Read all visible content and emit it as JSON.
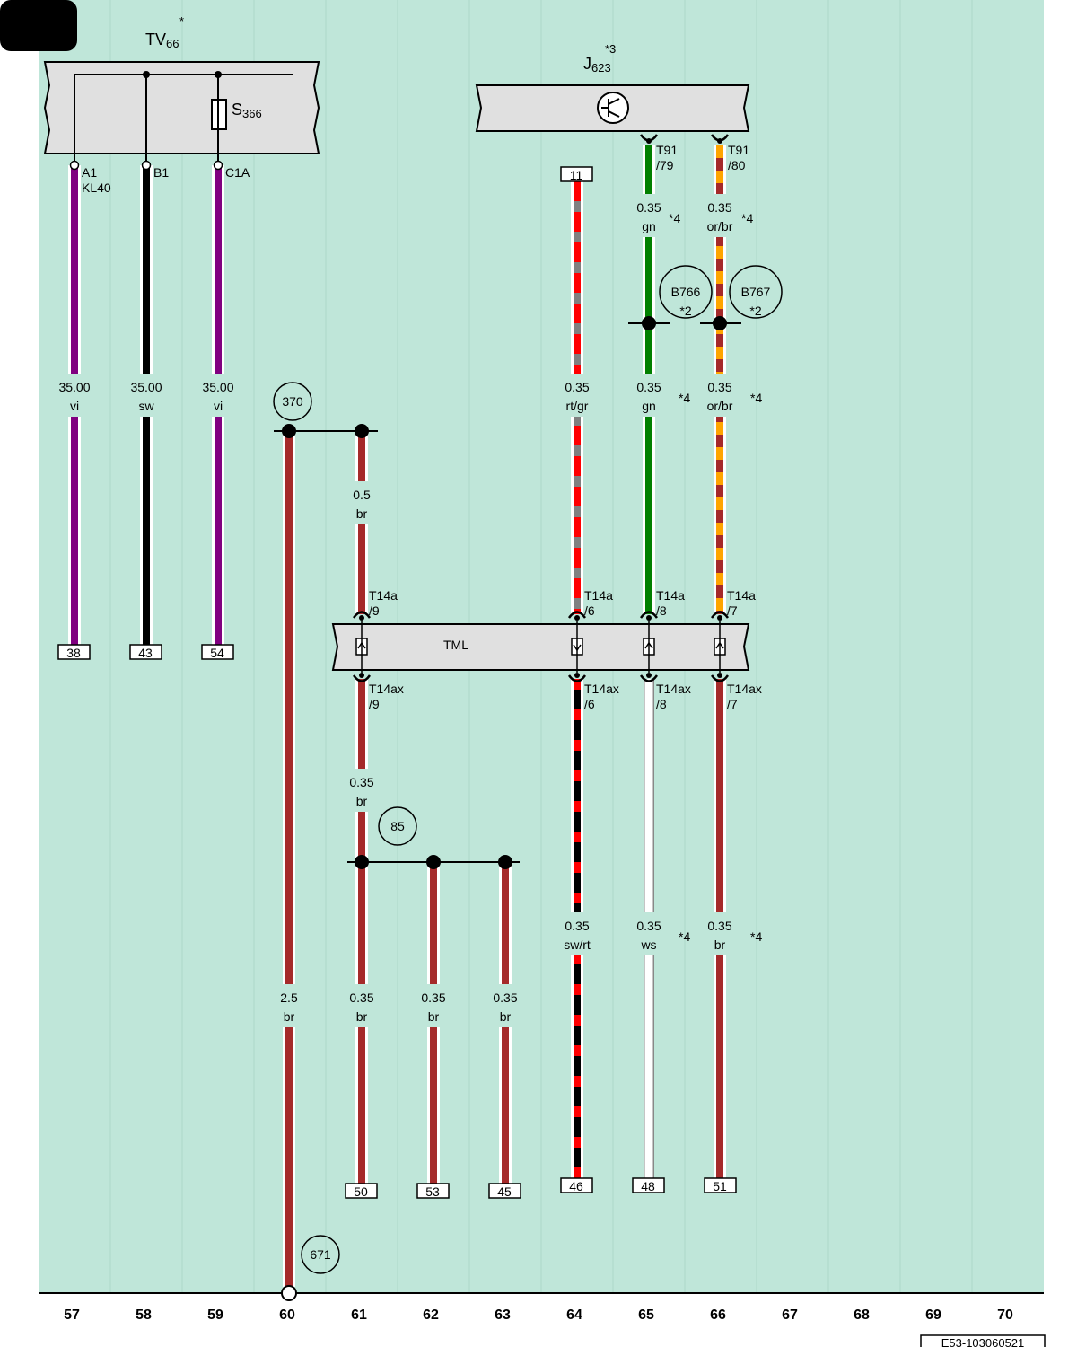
{
  "diagram": {
    "components": {
      "tv66": {
        "name": "TV",
        "sub": "66",
        "mark": "*"
      },
      "s366": {
        "name": "S",
        "sub": "366"
      },
      "j623": {
        "name": "J",
        "sub": "623",
        "mark": "*3"
      },
      "tml": {
        "name": "TML"
      }
    },
    "pins": {
      "a1": "A1",
      "kl40": "KL40",
      "b1": "B1",
      "c1a": "C1A",
      "t91_79a": "T91",
      "t91_79b": "/79",
      "t91_80a": "T91",
      "t91_80b": "/80",
      "t14a": "T14a",
      "t14ax": "T14ax",
      "p9": "/9",
      "p6": "/6",
      "p8": "/8",
      "p7": "/7"
    },
    "wire_labels": [
      {
        "id": "w57",
        "size": "35.00",
        "color": "vi"
      },
      {
        "id": "w58",
        "size": "35.00",
        "color": "sw"
      },
      {
        "id": "w59",
        "size": "35.00",
        "color": "vi"
      },
      {
        "id": "w64a",
        "size": "0.35",
        "color": "rt/gr"
      },
      {
        "id": "w65a",
        "size": "0.35",
        "color": "gn"
      },
      {
        "id": "w66a",
        "size": "0.35",
        "color": "or/br"
      },
      {
        "id": "w65b",
        "size": "0.35",
        "color": "gn"
      },
      {
        "id": "w66b",
        "size": "0.35",
        "color": "or/br"
      },
      {
        "id": "w61a",
        "size": "0.5",
        "color": "br"
      },
      {
        "id": "w61b",
        "size": "0.35",
        "color": "br"
      },
      {
        "id": "w64b",
        "size": "0.35",
        "color": "sw/rt"
      },
      {
        "id": "w65c",
        "size": "0.35",
        "color": "ws"
      },
      {
        "id": "w66c",
        "size": "0.35",
        "color": "br"
      },
      {
        "id": "w60",
        "size": "2.5",
        "color": "br"
      },
      {
        "id": "w61c",
        "size": "0.35",
        "color": "br"
      },
      {
        "id": "w62",
        "size": "0.35",
        "color": "br"
      },
      {
        "id": "w63",
        "size": "0.35",
        "color": "br"
      }
    ],
    "footnote_mark": "*4",
    "splices": {
      "b766": {
        "name": "B766",
        "mark": "*2"
      },
      "b767": {
        "name": "B767",
        "mark": "*2"
      }
    },
    "refs": [
      "370",
      "85",
      "671"
    ],
    "terminals": [
      "38",
      "43",
      "54",
      "11",
      "50",
      "53",
      "45",
      "46",
      "48",
      "51"
    ],
    "column_numbers": [
      "57",
      "58",
      "59",
      "60",
      "61",
      "62",
      "63",
      "64",
      "65",
      "66",
      "67",
      "68",
      "69",
      "70"
    ],
    "code": "E53-103060521",
    "colors": {
      "background": "#bfe6d9",
      "component_fill": "#e0e0e0",
      "vi": "#800080",
      "sw": "#000000",
      "br": "#a52a2a",
      "rt": "#ff0000",
      "gr": "#808080",
      "gn": "#008000",
      "or": "#ffa500",
      "ws": "#ffffff"
    }
  }
}
